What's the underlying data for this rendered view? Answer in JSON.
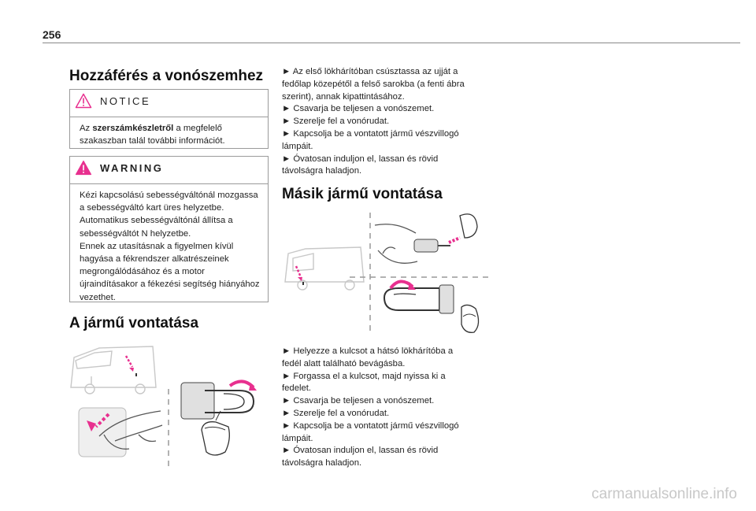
{
  "page_number": "256",
  "left": {
    "heading_access": "Hozzáférés a vonószemhez",
    "notice": {
      "title": "NOTICE",
      "text_pre": "Az ",
      "text_bold": "szerszámkészletről",
      "text_post": " a megfelelő szakaszban talál további információt."
    },
    "warning": {
      "title": "WARNING",
      "lines": [
        "Kézi kapcsolású sebességváltónál mozgassa",
        "a sebességváltó kart üres helyzetbe.",
        "Automatikus sebességváltónál állítsa a",
        "sebességváltót N helyzetbe.",
        "Ennek az utasításnak a figyelmen kívül",
        "hagyása a fékrendszer alkatrészeinek",
        "megrongálódásához és a motor",
        "újraindításakor a fékezési segítség hiányához",
        "vezethet."
      ]
    },
    "heading_towing": "A jármű vontatása"
  },
  "right": {
    "steps_top": [
      "► Az első lökhárítóban csúsztassa az ujját a",
      "fedőlap közepétől a felső sarokba (a fenti ábra",
      "szerint), annak kipattintásához.",
      "► Csavarja be teljesen a vonószemet.",
      "► Szerelje fel a vonórudat.",
      "► Kapcsolja be a vontatott jármű vészvillogó",
      "lámpáit.",
      "► Óvatosan induljon el, lassan és rövid",
      "távolságra haladjon."
    ],
    "heading_other": "Másik jármű vontatása",
    "steps_bottom": [
      "► Helyezze a kulcsot a hátsó lökhárítóba a",
      "fedél alatt található bevágásba.",
      "► Forgassa el a kulcsot, majd nyissa ki a",
      "fedelet.",
      "► Csavarja be teljesen a vonószemet.",
      "► Szerelje fel a vonórudat.",
      "► Kapcsolja be a vontatott jármű vészvillogó",
      "lámpáit.",
      "► Óvatosan induljon el, lassan és rövid",
      "távolságra haladjon."
    ]
  },
  "watermark": "carmanualsonline.info",
  "colors": {
    "accent_magenta": "#e8308f",
    "text": "#222222",
    "rule": "#888888"
  },
  "icons": [
    "warning-triangle-icon"
  ]
}
